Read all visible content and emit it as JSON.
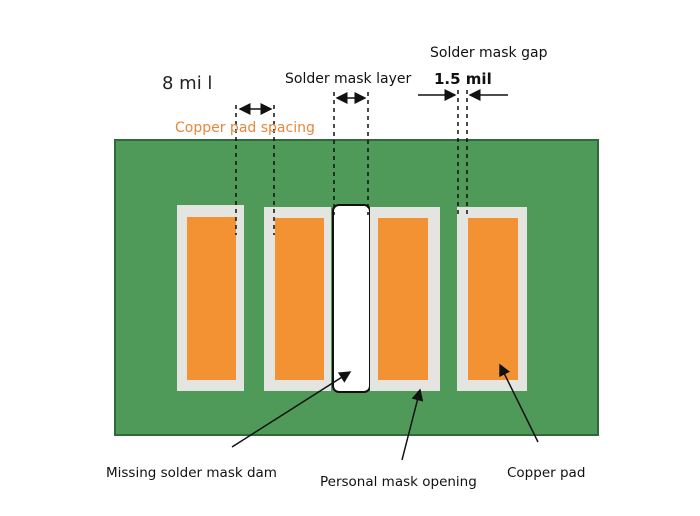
{
  "labels": {
    "spacing_value": "8 mi l",
    "copper_pad_spacing": "Copper pad spacing",
    "solder_mask_layer": "Solder mask layer",
    "solder_mask_gap": "Solder mask gap",
    "gap_value": "1.5 mil",
    "missing_dam": "Missing solder mask dam",
    "mask_opening": "Personal mask opening",
    "copper_pad": "Copper pad"
  },
  "colors": {
    "board": "#4f9a59",
    "pad": "#f39232",
    "mask_border": "#e4e4e0",
    "accent_text": "#e8873a"
  }
}
